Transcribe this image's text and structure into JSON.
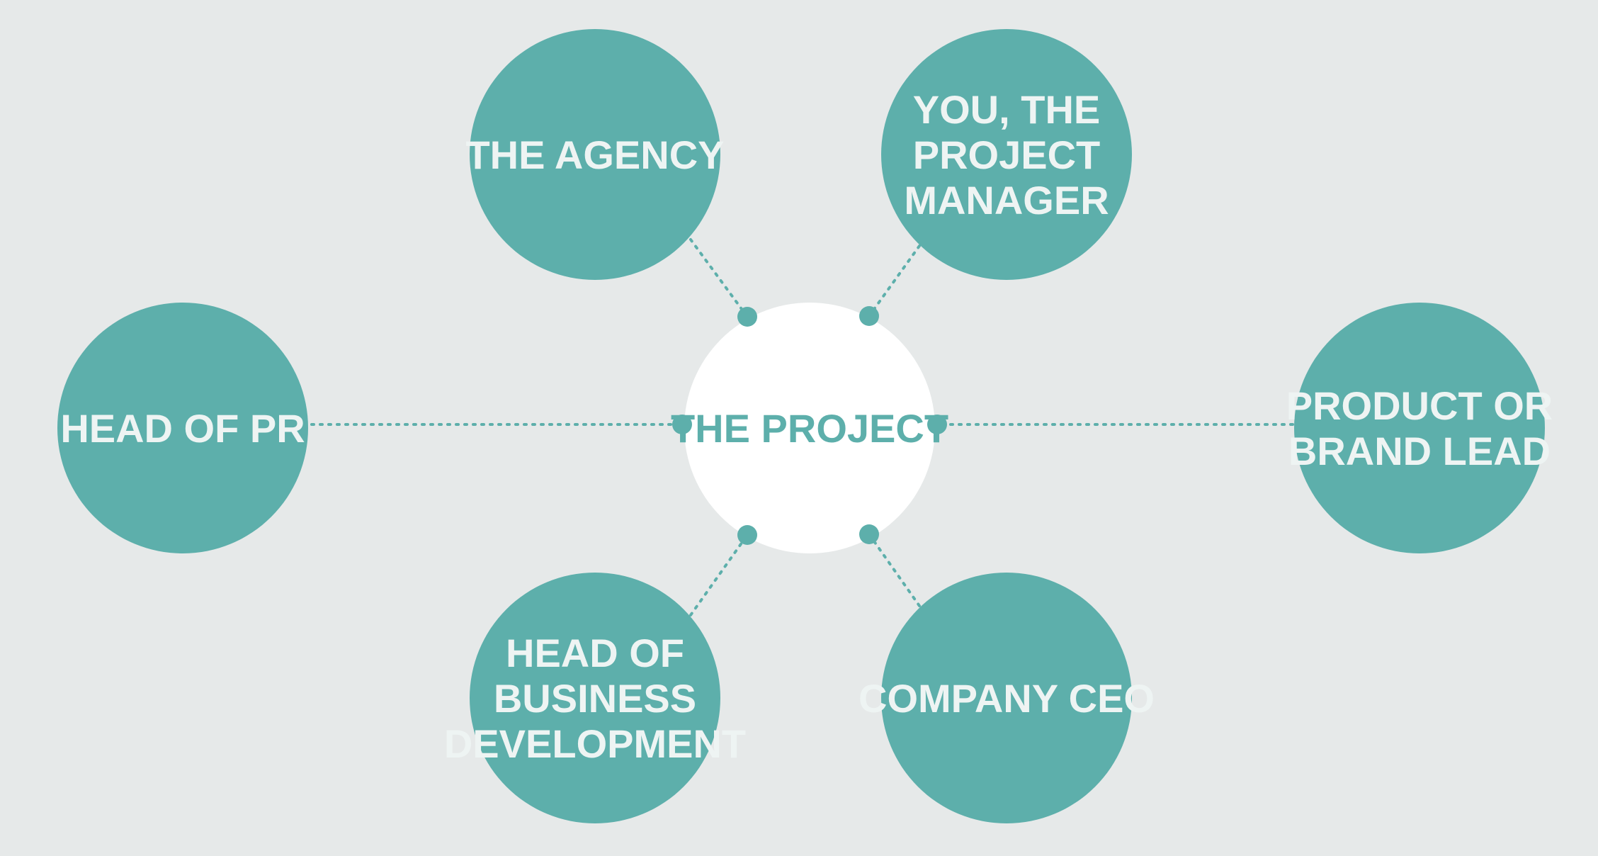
{
  "colors": {
    "background": "#e6e9e9",
    "node_fill": "#5dafab",
    "center_fill": "#ffffff",
    "node_text": "#eef4f3",
    "center_text": "#5dafab",
    "connector": "#5dafab"
  },
  "center": {
    "label": "THE PROJECT"
  },
  "nodes": [
    {
      "key": "agency",
      "lines": [
        "THE AGENCY"
      ]
    },
    {
      "key": "project-manager",
      "lines": [
        "YOU, THE",
        "PROJECT",
        "MANAGER"
      ]
    },
    {
      "key": "head-of-pr",
      "lines": [
        "HEAD OF PR"
      ]
    },
    {
      "key": "product-brand-lead",
      "lines": [
        "PRODUCT OR",
        "BRAND LEAD"
      ]
    },
    {
      "key": "head-of-business-development",
      "lines": [
        "HEAD OF",
        "BUSINESS",
        "DEVELOPMENT"
      ]
    },
    {
      "key": "company-ceo",
      "lines": [
        "COMPANY CEO"
      ]
    }
  ]
}
